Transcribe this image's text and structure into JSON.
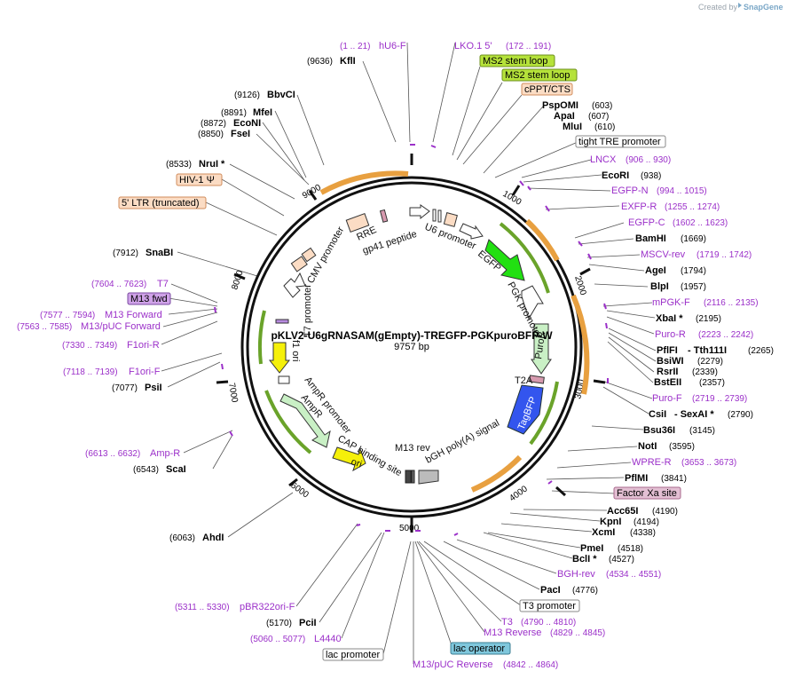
{
  "credit": {
    "prefix": "Created by",
    "brand": "SnapGene"
  },
  "plasmid": {
    "name": "pKLV2-U6gRNASAM(gEmpty)-TREGFP-PGKpuroBFP-W",
    "size_label": "9757 bp"
  },
  "ticks": [
    "1000",
    "2000",
    "3000",
    "4000",
    "5000",
    "6000",
    "7000",
    "8000",
    "9000"
  ],
  "enzymes": {
    "kfli": {
      "name": "KflI",
      "pos": "(9636)"
    },
    "bbvci": {
      "name": "BbvCI",
      "pos": "(9126)"
    },
    "mfei": {
      "name": "MfeI",
      "pos": "(8891)"
    },
    "econi": {
      "name": "EcoNI",
      "pos": "(8872)"
    },
    "fsei": {
      "name": "FseI",
      "pos": "(8850)"
    },
    "nrui": {
      "name": "NruI *",
      "pos": "(8533)"
    },
    "snabi": {
      "name": "SnaBI",
      "pos": "(7912)"
    },
    "psii": {
      "name": "PsiI",
      "pos": "(7077)"
    },
    "scai": {
      "name": "ScaI",
      "pos": "(6543)"
    },
    "ahdi": {
      "name": "AhdI",
      "pos": "(6063)"
    },
    "pcii": {
      "name": "PciI",
      "pos": "(5170)"
    },
    "pspomi": {
      "name": "PspOMI",
      "pos": "(603)"
    },
    "apai": {
      "name": "ApaI",
      "pos": "(607)"
    },
    "mlui": {
      "name": "MluI",
      "pos": "(610)"
    },
    "ecori": {
      "name": "EcoRI",
      "pos": "(938)"
    },
    "bamhi": {
      "name": "BamHI",
      "pos": "(1669)"
    },
    "agei": {
      "name": "AgeI",
      "pos": "(1794)"
    },
    "blpi": {
      "name": "BlpI",
      "pos": "(1957)"
    },
    "xbai": {
      "name": "XbaI *",
      "pos": "(2195)"
    },
    "pflfi": {
      "name": "PflFI",
      "sep": "- Tth111I",
      "pos": "(2265)"
    },
    "bsiwi": {
      "name": "BsiWI",
      "pos": "(2279)"
    },
    "rsrii": {
      "name": "RsrII",
      "pos": "(2339)"
    },
    "bsteii": {
      "name": "BstEII",
      "pos": "(2357)"
    },
    "csii": {
      "name": "CsiI",
      "sep": "- SexAI *",
      "pos": "(2790)"
    },
    "bsu36i": {
      "name": "Bsu36I",
      "pos": "(3145)"
    },
    "noti": {
      "name": "NotI",
      "pos": "(3595)"
    },
    "pflmi": {
      "name": "PflMI",
      "pos": "(3841)"
    },
    "acc65i": {
      "name": "Acc65I",
      "pos": "(4190)"
    },
    "kpni": {
      "name": "KpnI",
      "pos": "(4194)"
    },
    "xcmi": {
      "name": "XcmI",
      "pos": "(4338)"
    },
    "pmei": {
      "name": "PmeI",
      "pos": "(4518)"
    },
    "bcli": {
      "name": "BclI *",
      "pos": "(4527)"
    },
    "paci": {
      "name": "PacI",
      "pos": "(4776)"
    }
  },
  "primers": {
    "hu6f": {
      "name": "hU6-F",
      "pos": "(1 .. 21)"
    },
    "lko1": {
      "name": "LKO.1 5'",
      "pos": "(172 .. 191)"
    },
    "lncx": {
      "name": "LNCX",
      "pos": "(906 .. 930)"
    },
    "egfpn": {
      "name": "EGFP-N",
      "pos": "(994 .. 1015)"
    },
    "exfpr": {
      "name": "EXFP-R",
      "pos": "(1255 .. 1274)"
    },
    "egfpc": {
      "name": "EGFP-C",
      "pos": "(1602 .. 1623)"
    },
    "msczrev": {
      "name": "MSCV-rev",
      "pos": "(1719 .. 1742)"
    },
    "mpgkf": {
      "name": "mPGK-F",
      "pos": "(2116 .. 2135)"
    },
    "puror": {
      "name": "Puro-R",
      "pos": "(2223 .. 2242)"
    },
    "purof": {
      "name": "Puro-F",
      "pos": "(2719 .. 2739)"
    },
    "wprer": {
      "name": "WPRE-R",
      "pos": "(3653 .. 3673)"
    },
    "bghrev": {
      "name": "BGH-rev",
      "pos": "(4534 .. 4551)"
    },
    "t3": {
      "name": "T3",
      "pos": "(4790 .. 4810)"
    },
    "m13rev": {
      "name": "M13 Reverse",
      "pos": "(4829 .. 4845)"
    },
    "m13pucrev": {
      "name": "M13/pUC Reverse",
      "pos": "(4842 .. 4864)"
    },
    "l4440": {
      "name": "L4440",
      "pos": "(5060 .. 5077)"
    },
    "pbr322": {
      "name": "pBR322ori-F",
      "pos": "(5311 .. 5330)"
    },
    "ampr": {
      "name": "Amp-R",
      "pos": "(6613 .. 6632)"
    },
    "f1orif": {
      "name": "F1ori-F",
      "pos": "(7118 .. 7139)"
    },
    "f1orir": {
      "name": "F1ori-R",
      "pos": "(7330 .. 7349)"
    },
    "m13pucfwd": {
      "name": "M13/pUC Forward",
      "pos": "(7563 .. 7585)"
    },
    "m13forward": {
      "name": "M13 Forward",
      "pos": "(7577 .. 7594)"
    },
    "t7": {
      "name": "T7",
      "pos": "(7604 .. 7623)"
    }
  },
  "boxes": {
    "ms2a": "MS2 stem loop",
    "ms2b": "MS2 stem loop",
    "cppt": "cPPT/CTS",
    "tre": "tight TRE promoter",
    "hiv": "HIV-1 Ψ",
    "ltr": "5' LTR (truncated)",
    "m13fwd": "M13 fwd",
    "factorxa": "Factor Xa site",
    "t3prom": "T3 promoter",
    "lacop": "lac operator",
    "lacprom": "lac promoter"
  },
  "features": {
    "rre": "RRE",
    "gp41": "gp41 peptide",
    "u6": "U6 promoter",
    "egfp": "EGFP",
    "pgk": "PGK promoter",
    "puro": "PuroR",
    "t2a": "T2A",
    "tagbfp": "TagBFP",
    "bgh": "bGH poly(A) signal",
    "m13rev": "M13 rev",
    "cap": "CAP binding site",
    "ori": "ori",
    "amppromoter": "AmpR promoter",
    "ampr": "AmpR",
    "f1ori": "f1 ori",
    "t7": "T7 promoter",
    "cmv": "CMV promoter"
  },
  "colors": {
    "backbone": "#111111",
    "primer": "#9b30c9",
    "orange_arc": "#e8a040",
    "green_arc": "#6aa32a",
    "egfp": "#22e012",
    "ori": "#f5f00a",
    "tagbfp": "#3355ee",
    "puro": "#c9f0c5",
    "box_green": "#b5e23a",
    "box_orange": "#fbdcc4",
    "box_pink": "#e3bfd3",
    "box_purple": "#cfa2e8",
    "box_blue": "#7fc7dc"
  }
}
